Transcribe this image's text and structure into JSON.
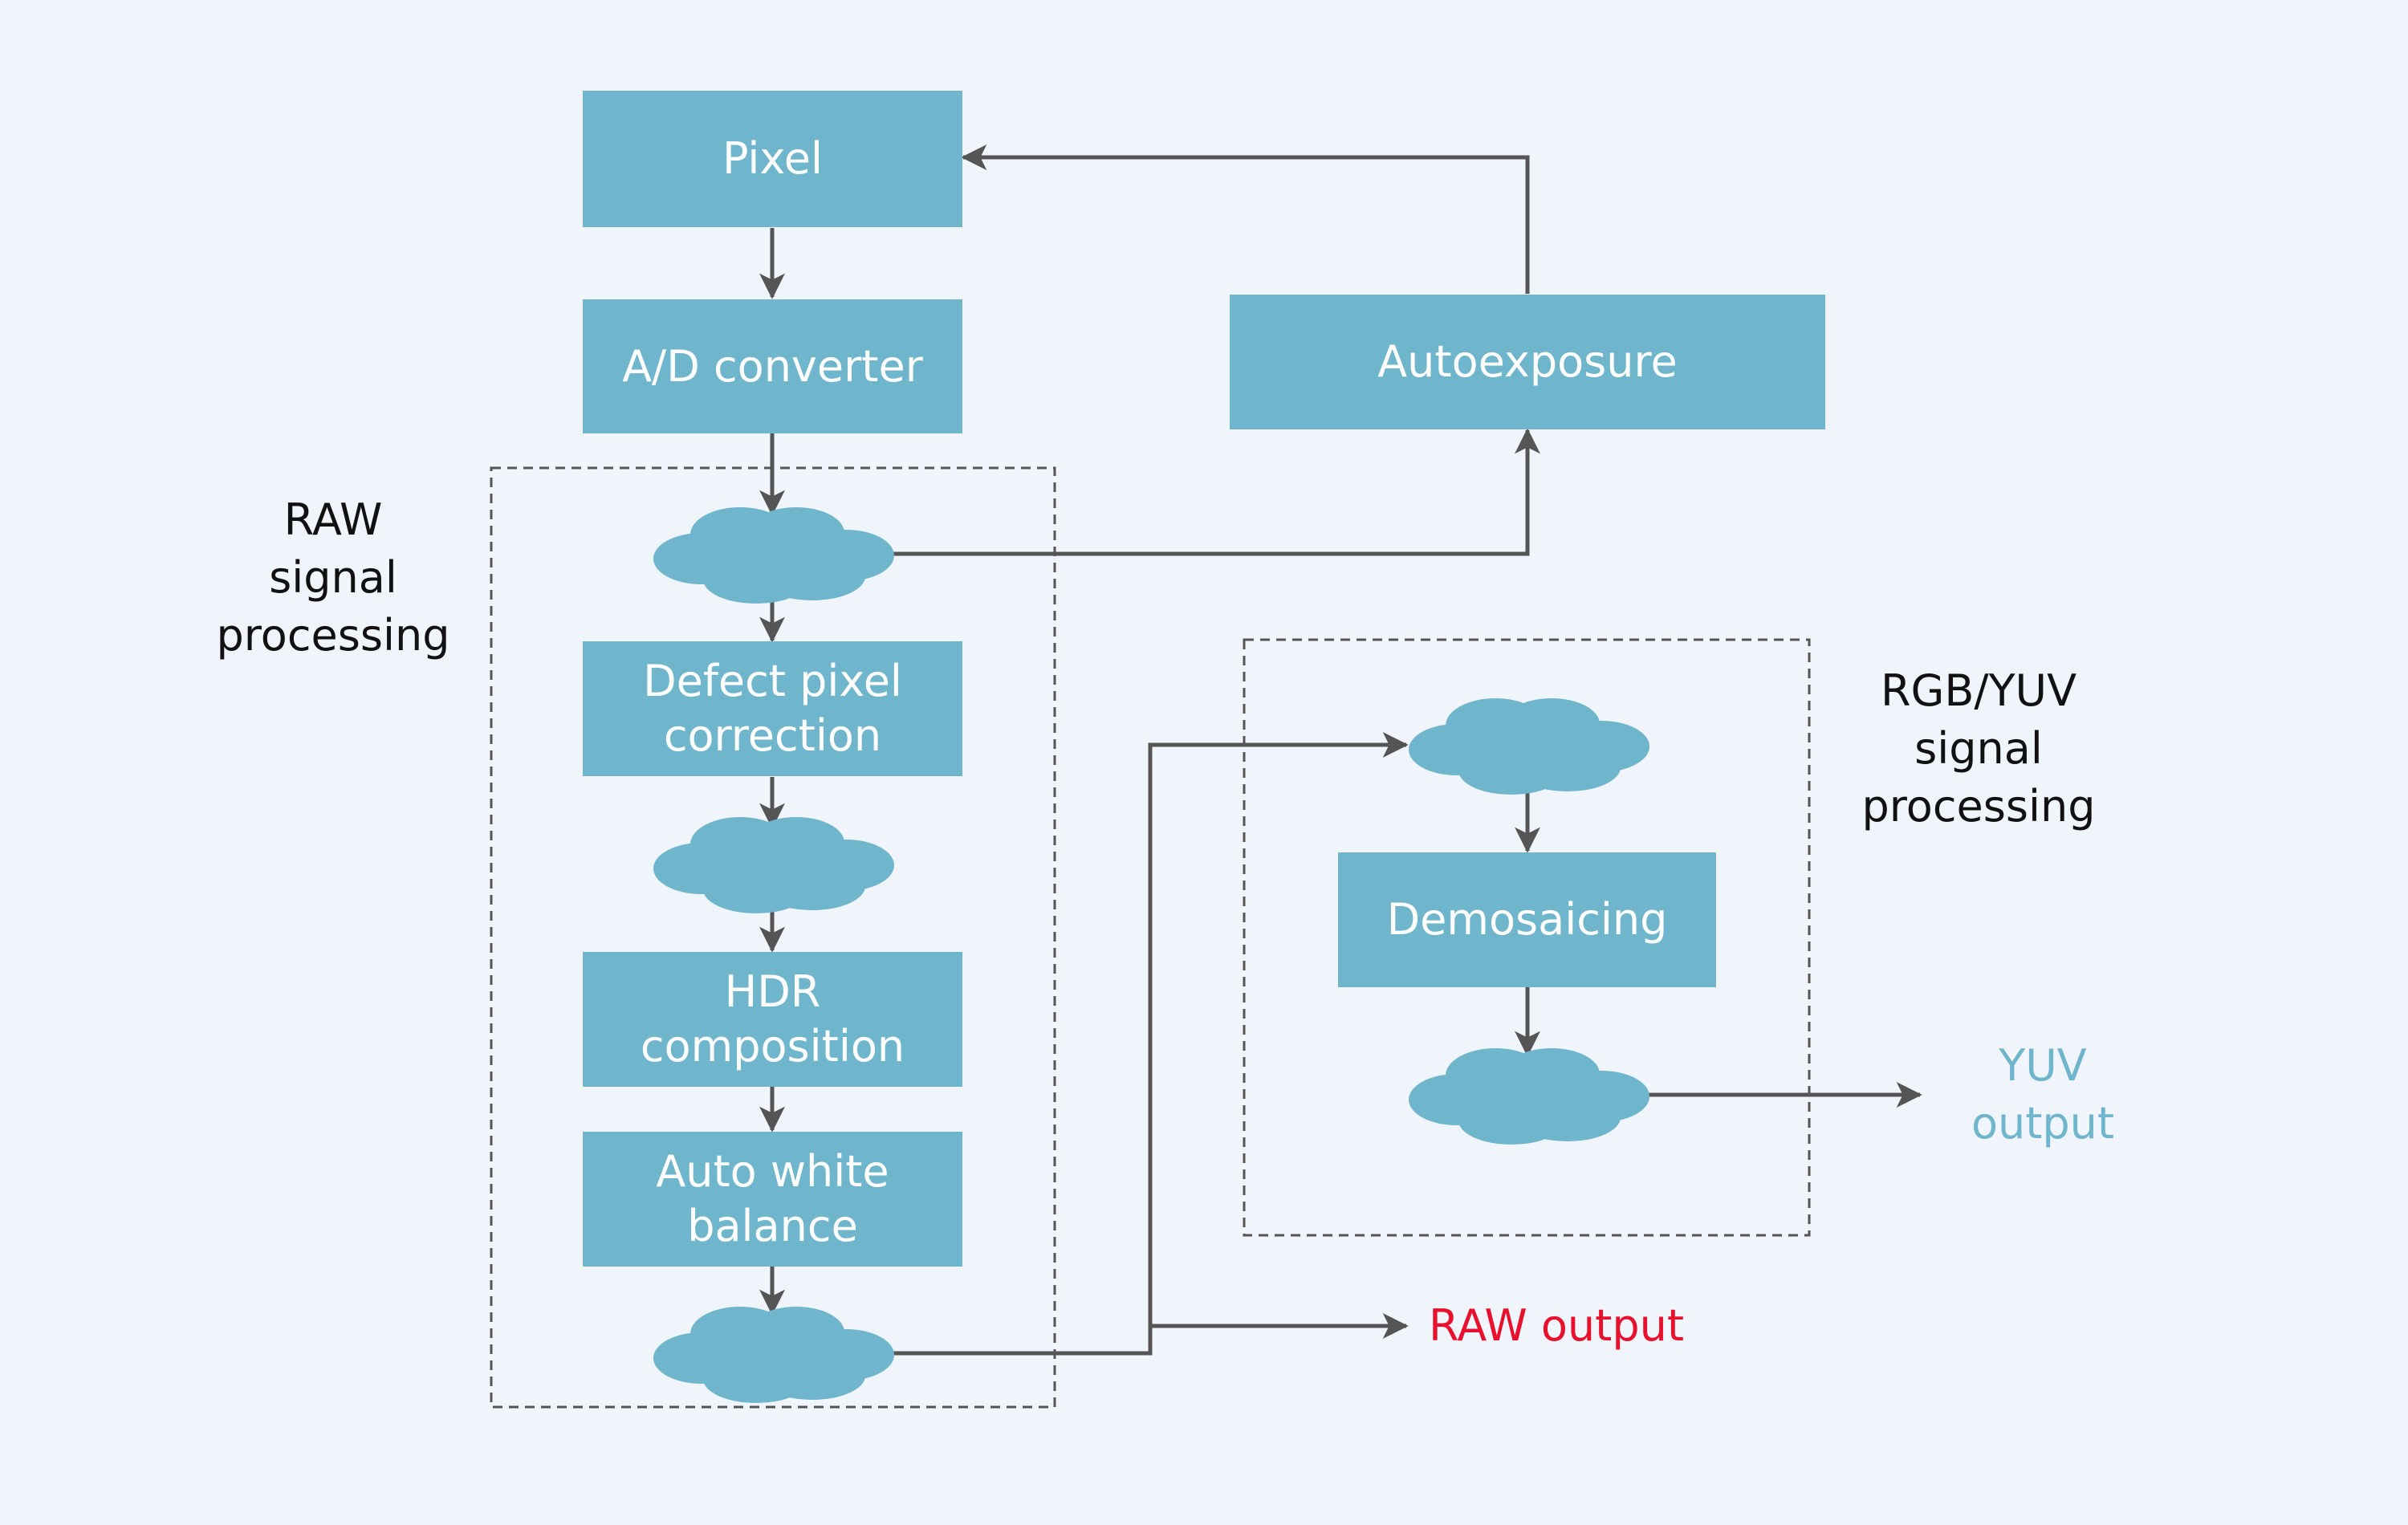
{
  "colors": {
    "background": "#f0f4fb",
    "block_fill": "#6fb5cc",
    "block_text": "#ffffff",
    "line": "#555555",
    "group_border": "#555555",
    "label_text": "#111111",
    "yuv_output": "#6fb5cc",
    "raw_output": "#e8112d"
  },
  "blocks": {
    "pixel": "Pixel",
    "ad_converter": "A/D converter",
    "autoexposure": "Autoexposure",
    "defect_pixel_correction": "Defect pixel\ncorrection",
    "hdr_composition": "HDR\ncomposition",
    "auto_white_balance": "Auto white\nbalance",
    "demosaicing": "Demosaicing"
  },
  "groups": {
    "raw": "RAW\nsignal\nprocessing",
    "rgb_yuv": "RGB/YUV\nsignal\nprocessing"
  },
  "outputs": {
    "yuv": "YUV\noutput",
    "raw": "RAW output"
  },
  "icons": {
    "data_node": "cloud-icon"
  }
}
